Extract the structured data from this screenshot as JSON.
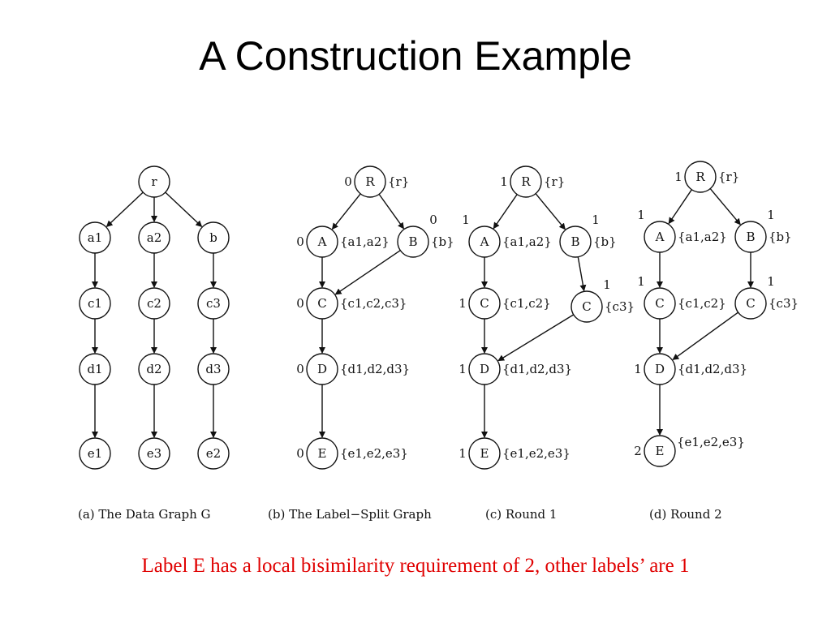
{
  "slide": {
    "title": "A Construction Example",
    "footer": "Label E has a local bisimilarity requirement of 2, other labels’ are 1"
  },
  "diagram": {
    "panels": [
      {
        "id": "a",
        "caption": "(a) The Data Graph G",
        "nodes": [
          {
            "id": "r",
            "label": "r"
          },
          {
            "id": "a1",
            "label": "a1"
          },
          {
            "id": "a2",
            "label": "a2"
          },
          {
            "id": "b",
            "label": "b"
          },
          {
            "id": "c1",
            "label": "c1"
          },
          {
            "id": "c2",
            "label": "c2"
          },
          {
            "id": "c3",
            "label": "c3"
          },
          {
            "id": "d1",
            "label": "d1"
          },
          {
            "id": "d2",
            "label": "d2"
          },
          {
            "id": "d3",
            "label": "d3"
          },
          {
            "id": "e1",
            "label": "e1"
          },
          {
            "id": "e3",
            "label": "e3"
          },
          {
            "id": "e2",
            "label": "e2"
          }
        ],
        "edges": [
          [
            "r",
            "a1"
          ],
          [
            "r",
            "a2"
          ],
          [
            "r",
            "b"
          ],
          [
            "a1",
            "c1"
          ],
          [
            "a2",
            "c2"
          ],
          [
            "b",
            "c3"
          ],
          [
            "c1",
            "d1"
          ],
          [
            "c2",
            "d2"
          ],
          [
            "c3",
            "d3"
          ],
          [
            "d1",
            "e1"
          ],
          [
            "d2",
            "e3"
          ],
          [
            "d3",
            "e2"
          ]
        ]
      },
      {
        "id": "b",
        "caption": "(b) The Label−Split Graph",
        "nodes": [
          {
            "id": "R",
            "label": "R",
            "extent": "{r}",
            "k": "0"
          },
          {
            "id": "A",
            "label": "A",
            "extent": "{a1,a2}",
            "k": "0"
          },
          {
            "id": "B",
            "label": "B",
            "extent": "{b}",
            "k": "0"
          },
          {
            "id": "C",
            "label": "C",
            "extent": "{c1,c2,c3}",
            "k": "0"
          },
          {
            "id": "D",
            "label": "D",
            "extent": "{d1,d2,d3}",
            "k": "0"
          },
          {
            "id": "E",
            "label": "E",
            "extent": "{e1,e2,e3}",
            "k": "0"
          }
        ],
        "edges": [
          [
            "R",
            "A"
          ],
          [
            "R",
            "B"
          ],
          [
            "A",
            "C"
          ],
          [
            "B",
            "C"
          ],
          [
            "C",
            "D"
          ],
          [
            "D",
            "E"
          ]
        ]
      },
      {
        "id": "c",
        "caption": "(c) Round 1",
        "nodes": [
          {
            "id": "R",
            "label": "R",
            "extent": "{r}",
            "k": "1"
          },
          {
            "id": "A",
            "label": "A",
            "extent": "{a1,a2}",
            "k": "1"
          },
          {
            "id": "B",
            "label": "B",
            "extent": "{b}",
            "k": "1"
          },
          {
            "id": "C1",
            "label": "C",
            "extent": "{c1,c2}",
            "k": "1"
          },
          {
            "id": "C2",
            "label": "C",
            "extent": "{c3}",
            "k": "1"
          },
          {
            "id": "D",
            "label": "D",
            "extent": "{d1,d2,d3}",
            "k": "1"
          },
          {
            "id": "E",
            "label": "E",
            "extent": "{e1,e2,e3}",
            "k": "1"
          }
        ],
        "edges": [
          [
            "R",
            "A"
          ],
          [
            "R",
            "B"
          ],
          [
            "A",
            "C1"
          ],
          [
            "B",
            "C2"
          ],
          [
            "C1",
            "D"
          ],
          [
            "C2",
            "D"
          ],
          [
            "D",
            "E"
          ]
        ]
      },
      {
        "id": "d",
        "caption": "(d) Round 2",
        "nodes": [
          {
            "id": "R",
            "label": "R",
            "extent": "{r}",
            "k": "1"
          },
          {
            "id": "A",
            "label": "A",
            "extent": "{a1,a2}",
            "k": "1"
          },
          {
            "id": "B",
            "label": "B",
            "extent": "{b}",
            "k": "1"
          },
          {
            "id": "C1",
            "label": "C",
            "extent": "{c1,c2}",
            "k": "1"
          },
          {
            "id": "C2",
            "label": "C",
            "extent": "{c3}",
            "k": "1"
          },
          {
            "id": "D",
            "label": "D",
            "extent": "{d1,d2,d3}",
            "k": "1"
          },
          {
            "id": "E",
            "label": "E",
            "extent": "{e1,e2,e3}",
            "k": "2"
          }
        ],
        "edges": [
          [
            "R",
            "A"
          ],
          [
            "R",
            "B"
          ],
          [
            "A",
            "C1"
          ],
          [
            "B",
            "C2"
          ],
          [
            "C1",
            "D"
          ],
          [
            "C2",
            "D"
          ],
          [
            "D",
            "E"
          ]
        ]
      }
    ]
  }
}
